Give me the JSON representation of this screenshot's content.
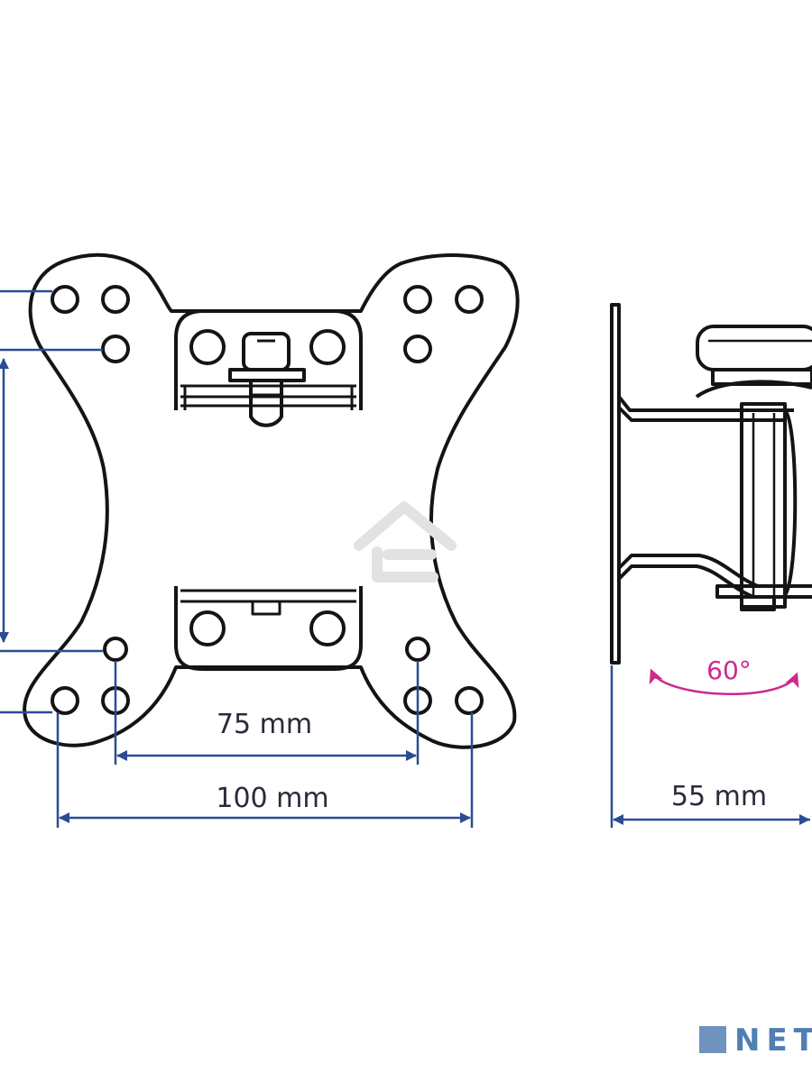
{
  "colors": {
    "line": "#141414",
    "dimension": "#2b4c93",
    "angle": "#cc2a8e",
    "watermark": "#e2e2e2",
    "logo": "#4f7fb3"
  },
  "dimensions": {
    "inner_horizontal": "75 mm",
    "outer_horizontal": "100 mm",
    "depth": "55 mm"
  },
  "tilt_angle": "60°",
  "logo": {
    "text": "NET"
  }
}
